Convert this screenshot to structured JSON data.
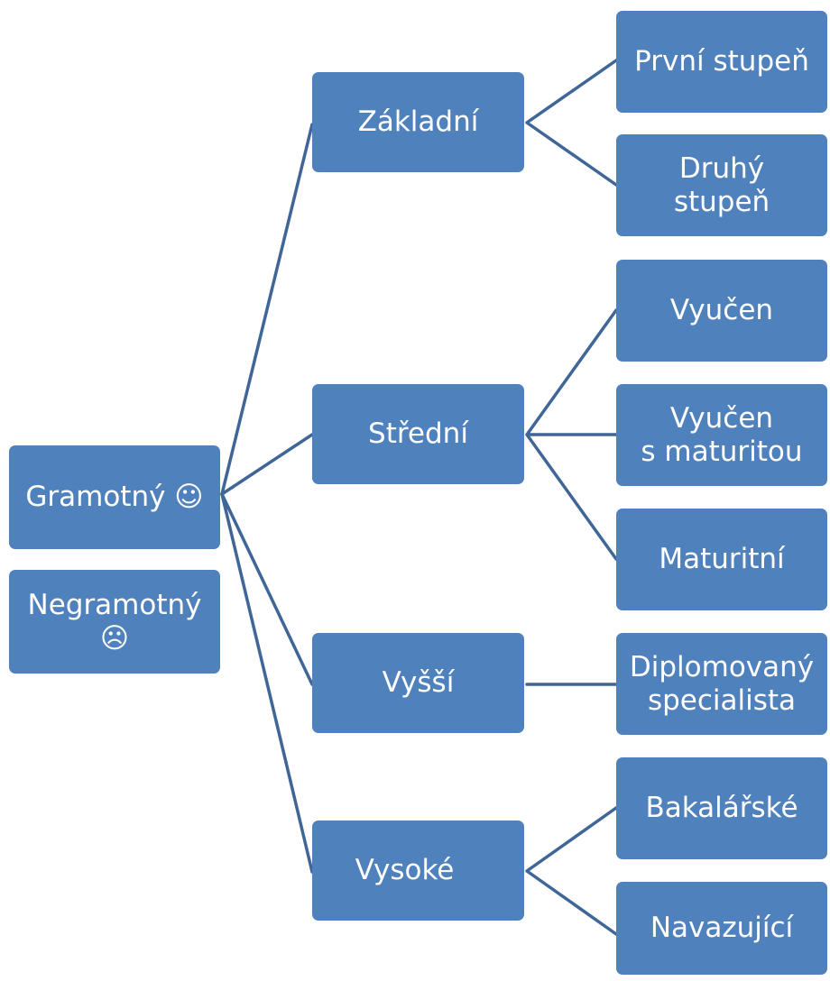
{
  "diagram": {
    "root_nodes": [
      {
        "id": "gramotny",
        "label": "Gramotný ☺"
      },
      {
        "id": "negramotny",
        "label": "Negramotný\n☹"
      }
    ],
    "levels": [
      {
        "id": "zakladni",
        "label": "Základní",
        "children": [
          {
            "id": "prvni",
            "label": "První stupeň"
          },
          {
            "id": "druhy",
            "label": "Druhý\nstupeň"
          }
        ]
      },
      {
        "id": "stredni",
        "label": "Střední",
        "children": [
          {
            "id": "vyucen",
            "label": "Vyučen"
          },
          {
            "id": "vyucen-mat",
            "label": "Vyučen\ns maturitou"
          },
          {
            "id": "maturitni",
            "label": "Maturitní"
          }
        ]
      },
      {
        "id": "vyssi",
        "label": "Vyšší",
        "children": [
          {
            "id": "diplom",
            "label": "Diplomovaný\nspecialista"
          }
        ]
      },
      {
        "id": "vysoke",
        "label": "Vysoké",
        "children": [
          {
            "id": "bakalar",
            "label": "Bakalářské"
          },
          {
            "id": "navazujici",
            "label": "Navazující"
          }
        ]
      }
    ],
    "colors": {
      "node_fill": "#4f81bd",
      "node_text": "#ffffff",
      "connector": "#3f6697"
    }
  }
}
